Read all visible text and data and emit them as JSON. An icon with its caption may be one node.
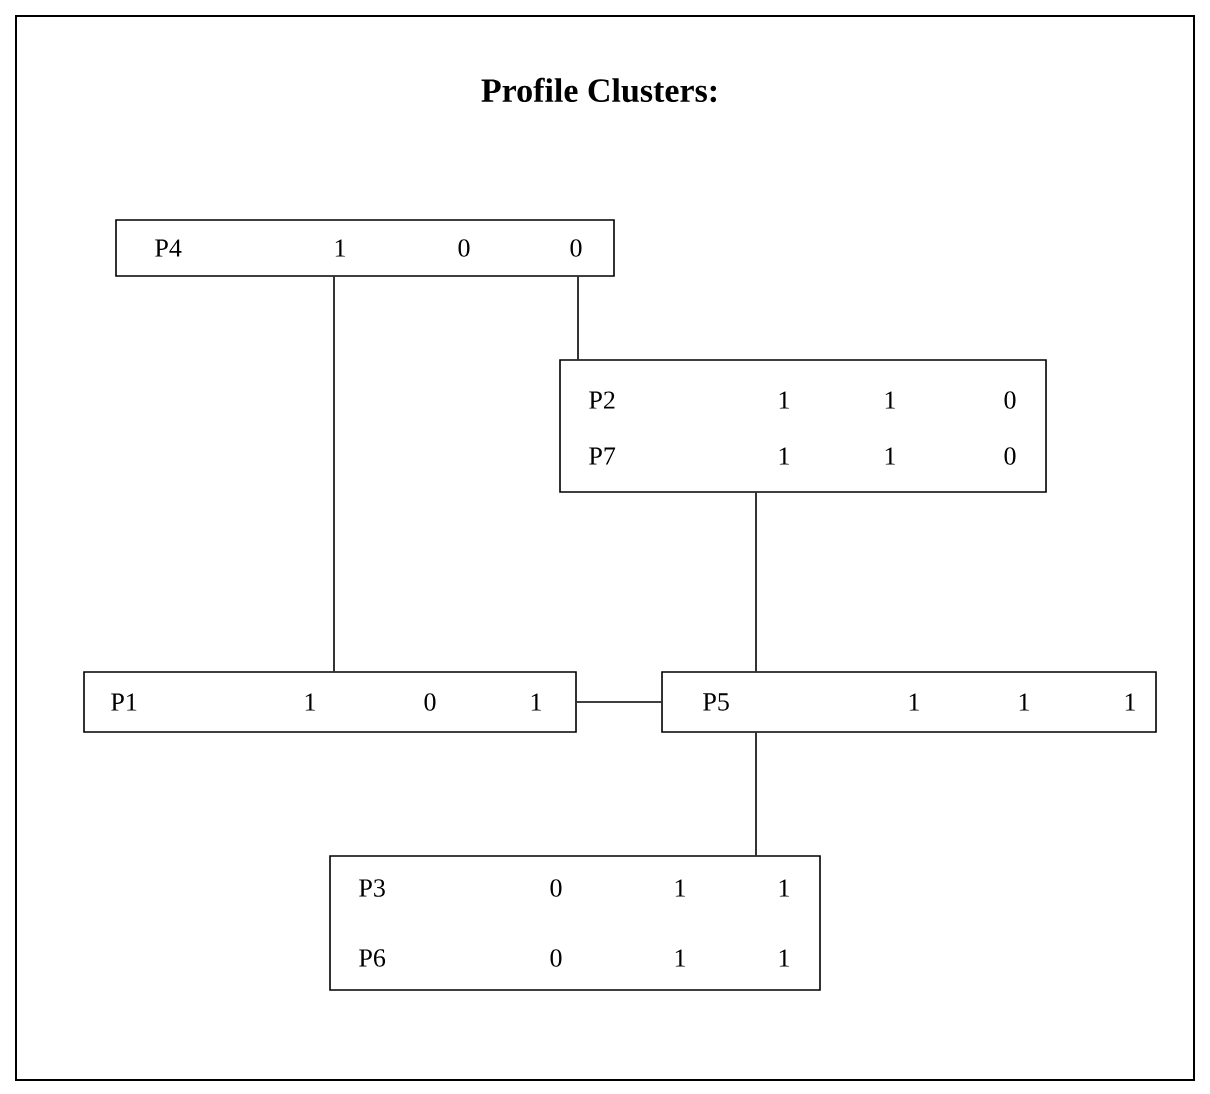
{
  "diagram": {
    "title": "Profile Clusters:",
    "nodes": [
      {
        "text": [
          "P4",
          "1",
          "0",
          "0"
        ]
      },
      {
        "text": [
          "P2",
          "1",
          "1",
          "0",
          "P7",
          "1",
          "1",
          "0"
        ]
      },
      {
        "text": [
          "P1",
          "1",
          "0",
          "1"
        ]
      },
      {
        "text": [
          "P5",
          "1",
          "1",
          "1"
        ]
      },
      {
        "text": [
          "P3",
          "0",
          "1",
          "1",
          "P6",
          "0",
          "1",
          "1"
        ]
      }
    ],
    "edges": [
      {
        "from": 0,
        "to": 2,
        "arrow": "none"
      },
      {
        "from": 0,
        "to": 1,
        "arrow": "none"
      },
      {
        "from": 1,
        "to": 3,
        "arrow": "none"
      },
      {
        "from": 2,
        "to": 3,
        "arrow": "none"
      },
      {
        "from": 3,
        "to": 4,
        "arrow": "none"
      }
    ]
  }
}
